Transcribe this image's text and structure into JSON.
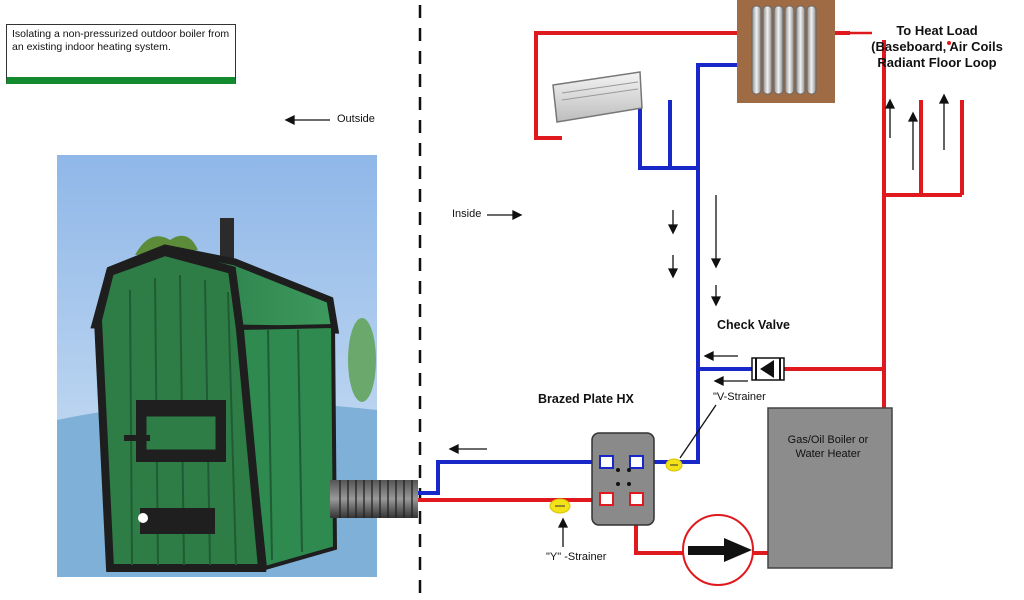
{
  "caption": "Isolating a non-pressurized outdoor boiler from an existing indoor heating system.",
  "labels": {
    "outside": "Outside",
    "inside": "Inside",
    "heat_load_line1": "To Heat Load",
    "heat_load_line2": "(Baseboard, Air Coils",
    "heat_load_line3": "Radiant Floor Loop",
    "check_valve": "Check Valve",
    "brazed_plate": "Brazed Plate HX",
    "v_strainer": "\"V-Strainer",
    "y_strainer": "\"Y\" -Strainer",
    "boiler": "Gas/Oil Boiler or Water Heater"
  },
  "colors": {
    "supply_pipe": "#e0191e",
    "return_pipe": "#1727c8",
    "hx_body": "#8a8a8a",
    "boiler_body": "#8c8c8c",
    "strainer": "#f3e11a",
    "caption_bar": "#138a2e"
  }
}
